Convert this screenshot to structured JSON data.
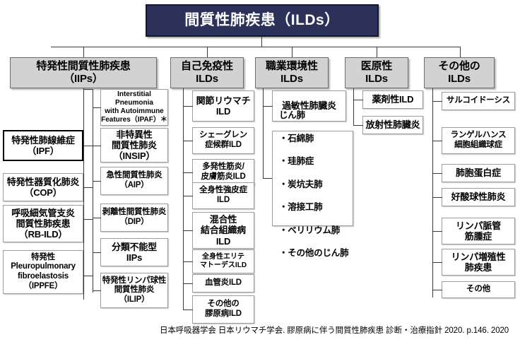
{
  "root": {
    "label": "間質性肺疾患（ILDs）"
  },
  "categories": [
    {
      "id": "iips",
      "label": "特発性間質性肺疾患\n（IIPs）"
    },
    {
      "id": "autoimmune",
      "label": "自己免疫性\nILDs"
    },
    {
      "id": "occupational",
      "label": "職業環境性\nILDs"
    },
    {
      "id": "iatrogenic",
      "label": "医原性\nILDs"
    },
    {
      "id": "other",
      "label": "その他の\nILDs"
    }
  ],
  "iips_major": [
    {
      "label": "特発性肺線維症\n（IPF）",
      "emphasis": true
    },
    {
      "label": "特発性器質化肺炎\n（COP）",
      "emphasis": false
    },
    {
      "label": "呼吸細気管支炎\n間質性肺疾患\n（RB-ILD）",
      "emphasis": false
    },
    {
      "label": "特発性\nPleuropulmonary\nfibroelastosis\n（IPPFE）",
      "emphasis": false
    }
  ],
  "iips_minor": [
    {
      "label": "Interstitial\nPneumonia\nwith Autoimmune\nFeatures（IPAF）＊"
    },
    {
      "label": "非特異性\n間質性肺炎\n（INSIP）"
    },
    {
      "label": "急性間質性肺炎\n（AIP）"
    },
    {
      "label": "剥離性間質性肺炎\n（DIP）"
    },
    {
      "label": "分類不能型\nIIPs"
    },
    {
      "label": "特発性リンパ球性\n間質性肺炎\n（ILIP）"
    }
  ],
  "autoimmune_items": [
    {
      "label": "関節リウマチ\nILD"
    },
    {
      "label": "シェーグレン\n症候群ILD"
    },
    {
      "label": "多発性筋炎/\n皮膚筋炎ILD"
    },
    {
      "label": "全身性強皮症\nILD"
    },
    {
      "label": "混合性\n結合組織病\nILD"
    },
    {
      "label": "全身性エリテ\nマトーデスILD"
    },
    {
      "label": "血管炎ILD"
    },
    {
      "label": "その他の\n膠原病ILD"
    }
  ],
  "occupational_items": [
    {
      "label": "過敏性肺臓炎"
    }
  ],
  "occupational_list": {
    "title": "じん肺",
    "entries": [
      "・石綿肺",
      "・珪肺症",
      "・炭坑夫肺",
      "・溶接工肺",
      "・ベリリウム肺",
      "・その他のじん肺"
    ]
  },
  "iatrogenic_items": [
    {
      "label": "薬剤性ILD"
    },
    {
      "label": "放射性肺臓炎"
    }
  ],
  "other_items": [
    {
      "label": "サルコイドーシス"
    },
    {
      "label": "ランゲルハンス\n細胞組織球症"
    },
    {
      "label": "肺胞蛋白症"
    },
    {
      "label": "好酸球性肺炎"
    },
    {
      "label": "リンパ脈管\n筋腫症"
    },
    {
      "label": "リンパ増殖性\n肺疾患"
    },
    {
      "label": "その他"
    }
  ],
  "caption": {
    "text": "日本呼吸器学会 日本リウマチ学会. 膠原病に伴う間質性肺疾患 診断・治療指針 2020. p.146. 2020"
  },
  "colors": {
    "root_bg": "#2c3159",
    "root_text": "#ffffff",
    "category_bg": "#d2d2d2",
    "leaf_bg": "#ffffff",
    "line": "#3a3a3a",
    "emphasis_border": "#000000"
  }
}
